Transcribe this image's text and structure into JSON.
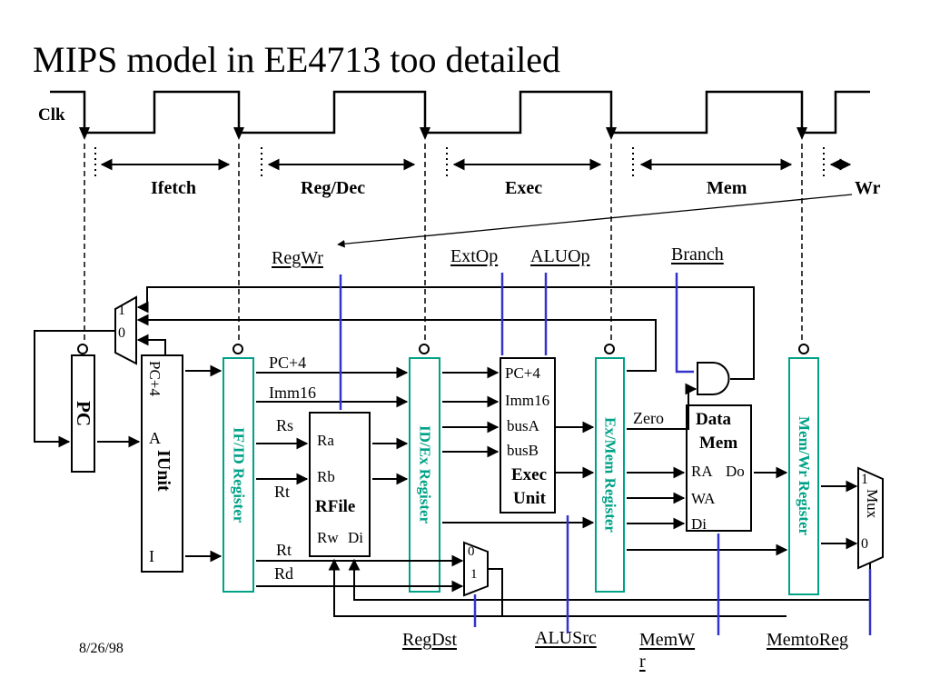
{
  "slide": {
    "title": "MIPS model in EE4713 too detailed",
    "date": "8/26/98"
  },
  "clock": {
    "label": "Clk"
  },
  "stages": {
    "ifetch": "Ifetch",
    "regdec": "Reg/Dec",
    "exec": "Exec",
    "mem": "Mem",
    "wr": "Wr"
  },
  "controls": {
    "regwr": "RegWr",
    "extop": "ExtOp",
    "aluop": "ALUOp",
    "branch": "Branch",
    "regdst": "RegDst",
    "alusrc": "ALUSrc",
    "memwr": "MemW\nr",
    "memtoreg": "MemtoReg"
  },
  "blocks": {
    "pc": {
      "label": "PC"
    },
    "pc_mux": {
      "in1": "1",
      "in0": "0"
    },
    "iunit": {
      "pc4": "PC+4",
      "a": "A",
      "title": "IUnit",
      "i": "I"
    },
    "ifid": {
      "label": "IF/ID Register"
    },
    "rfile": {
      "ra": "Ra",
      "rb": "Rb",
      "title": "RFile",
      "rw": "Rw",
      "di": "Di"
    },
    "idex": {
      "label": "ID/Ex Register"
    },
    "exec": {
      "pc4": "PC+4",
      "imm16": "Imm16",
      "busa": "busA",
      "busb": "busB",
      "title1": "Exec",
      "title2": "Unit"
    },
    "exmem": {
      "label": "Ex/Mem Register"
    },
    "datamem": {
      "title1": "Data",
      "title2": "Mem",
      "ra": "RA",
      "do": "Do",
      "wa": "WA",
      "di": "Di"
    },
    "memwr_reg": {
      "label": "Mem/Wr Register"
    },
    "regdst_mux": {
      "in0": "0",
      "in1": "1"
    },
    "wb_mux": {
      "in1": "1",
      "label": "Mux",
      "in0": "0"
    }
  },
  "wire_labels": {
    "pc4": "PC+4",
    "imm16": "Imm16",
    "rs": "Rs",
    "rt_dec": "Rt",
    "rt_wb": "Rt",
    "rd": "Rd",
    "zero": "Zero"
  },
  "colors": {
    "register_teal": "#00A287",
    "control_blue": "#3333CC"
  }
}
